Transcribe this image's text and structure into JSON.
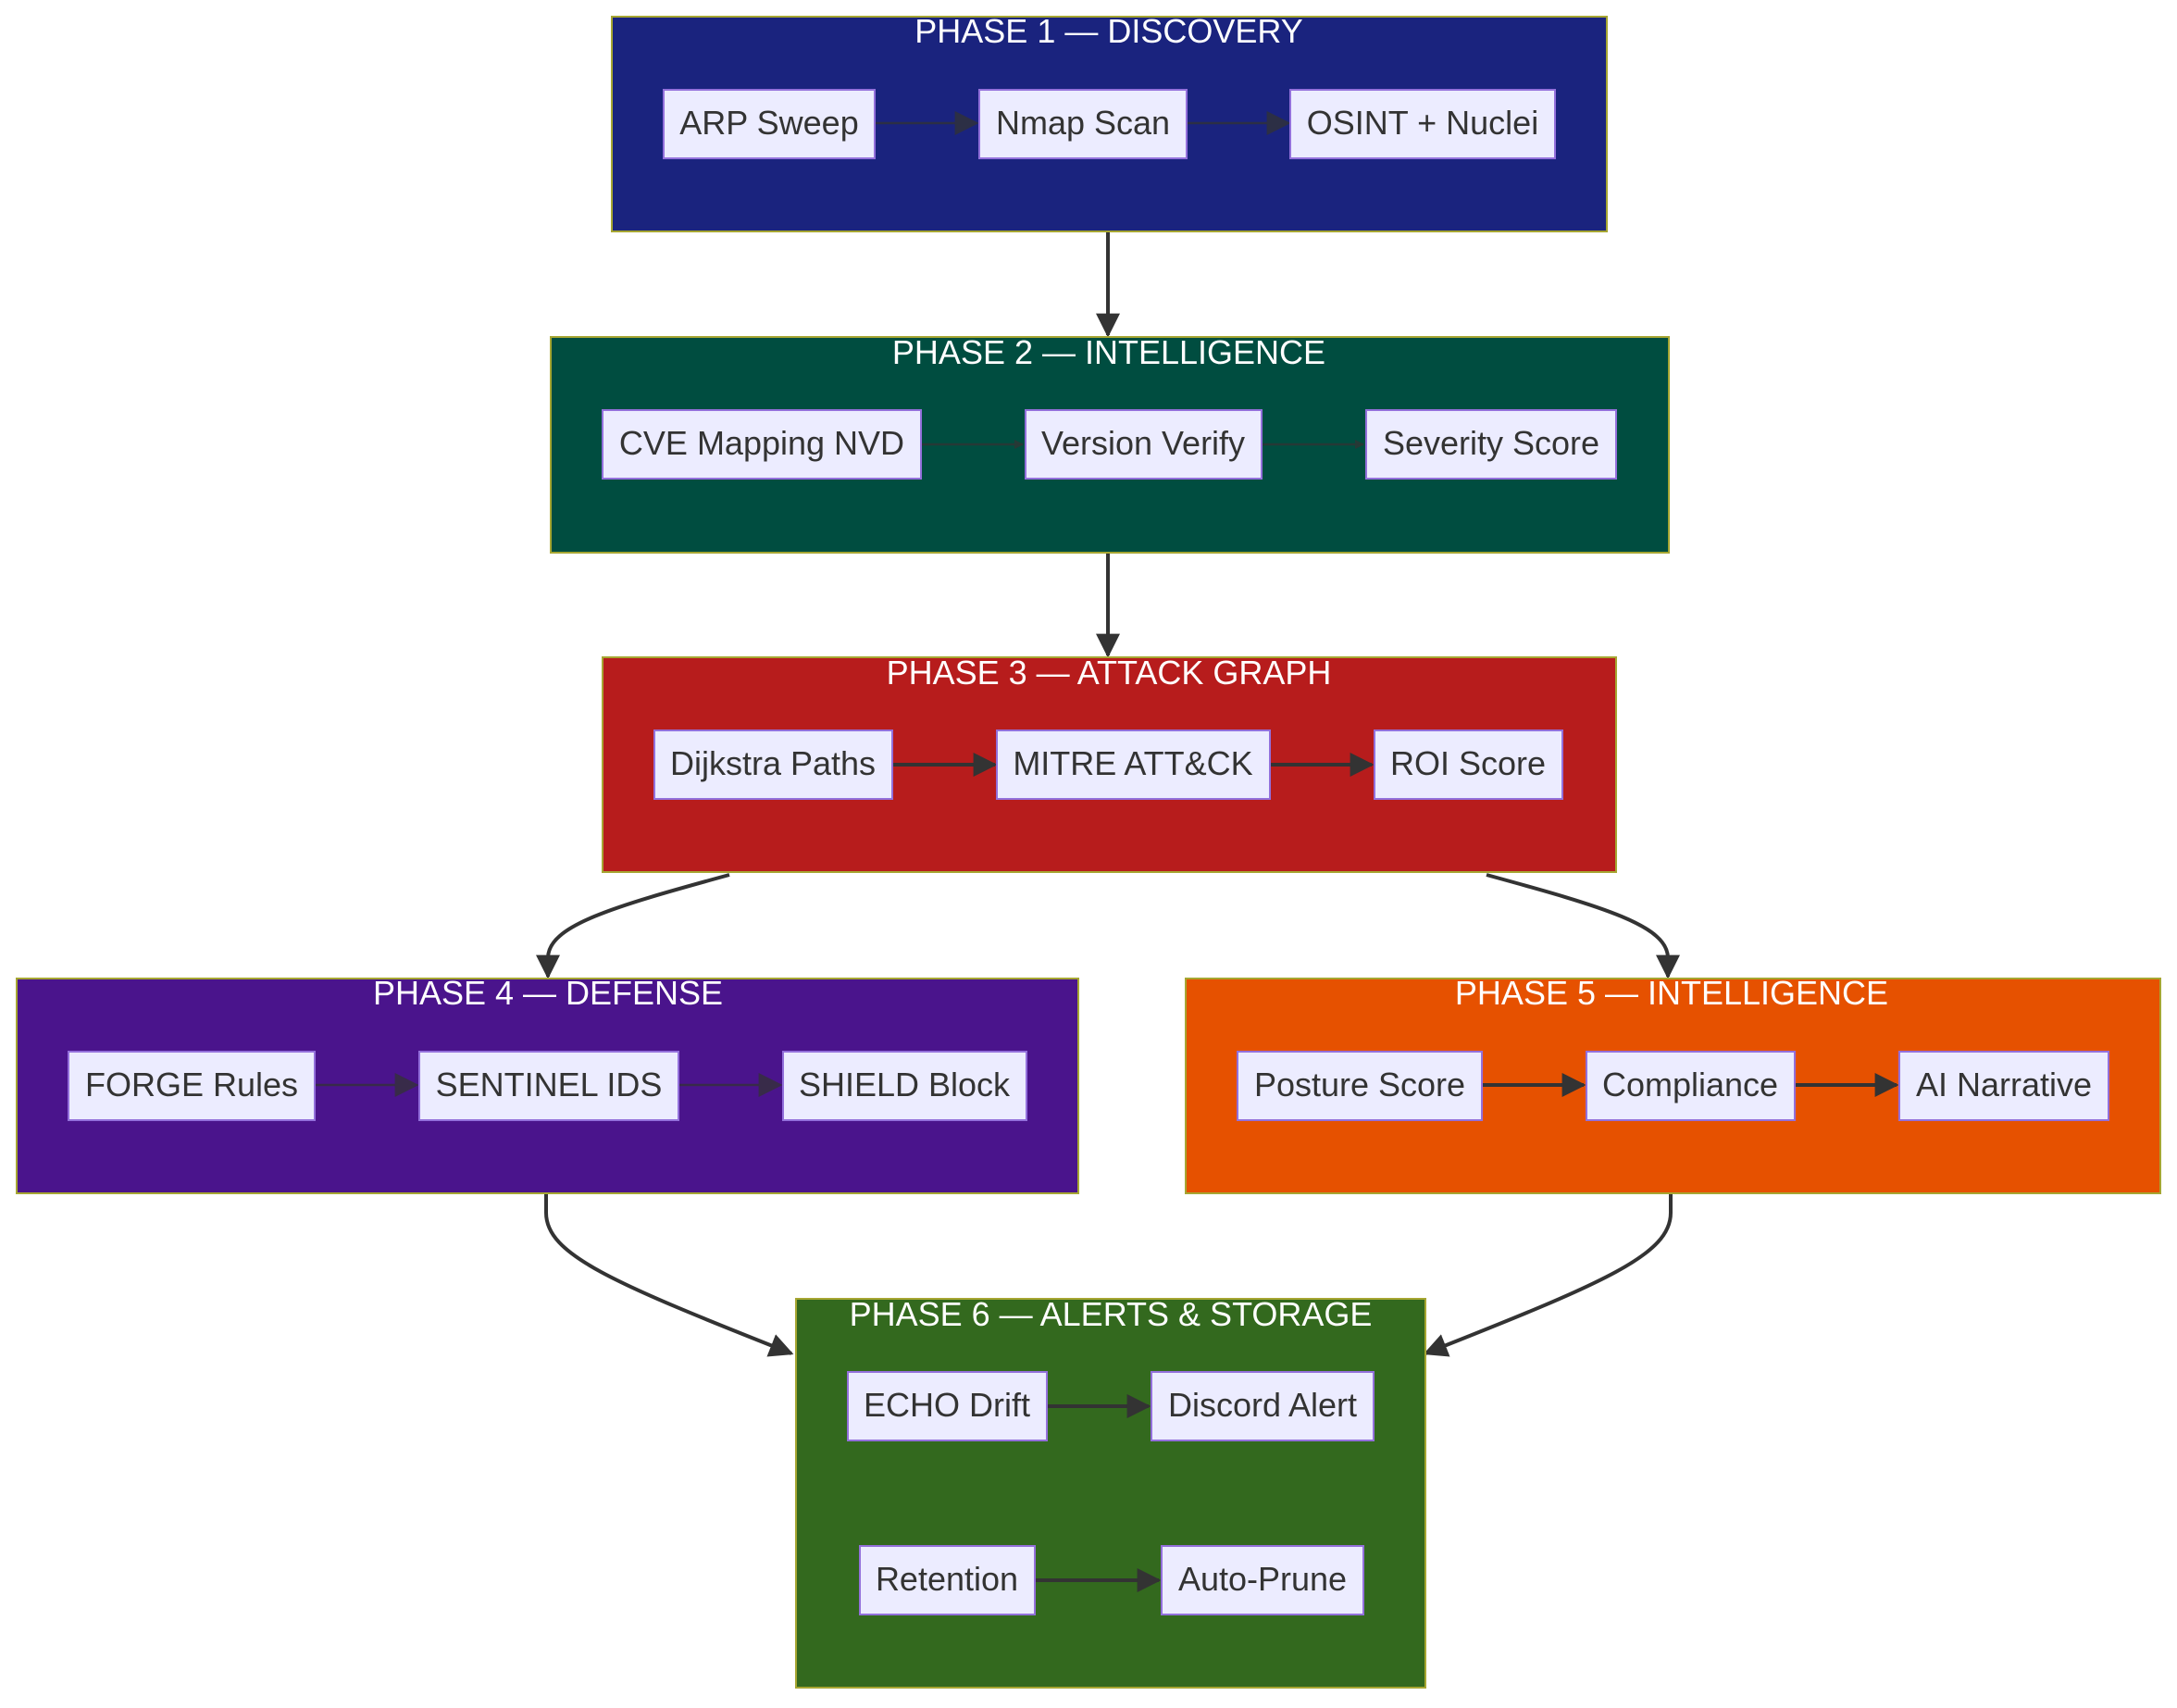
{
  "colors": {
    "phase1": "#1a237e",
    "phase2": "#004d40",
    "phase3": "#b71c1c",
    "phase4": "#4a148c",
    "phase5": "#e65100",
    "phase6": "#33691e",
    "node_fill": "#ececff",
    "node_stroke": "#9370db",
    "edge": "#333333",
    "title_text": "#ffffff"
  },
  "phases": [
    {
      "id": "p1",
      "title": "PHASE 1 — DISCOVERY",
      "nodes": [
        "ARP Sweep",
        "Nmap Scan",
        "OSINT + Nuclei"
      ]
    },
    {
      "id": "p2",
      "title": "PHASE 2 — INTELLIGENCE",
      "nodes": [
        "CVE Mapping NVD",
        "Version Verify",
        "Severity Score"
      ]
    },
    {
      "id": "p3",
      "title": "PHASE 3 — ATTACK GRAPH",
      "nodes": [
        "Dijkstra Paths",
        "MITRE ATT&CK",
        "ROI Score"
      ]
    },
    {
      "id": "p4",
      "title": "PHASE 4 — DEFENSE",
      "nodes": [
        "FORGE Rules",
        "SENTINEL IDS",
        "SHIELD Block"
      ]
    },
    {
      "id": "p5",
      "title": "PHASE 5 — INTELLIGENCE",
      "nodes": [
        "Posture Score",
        "Compliance",
        "AI Narrative"
      ]
    },
    {
      "id": "p6",
      "title": "PHASE 6 — ALERTS & STORAGE",
      "nodes": [
        "ECHO Drift",
        "Discord Alert",
        "Retention",
        "Auto-Prune"
      ]
    }
  ]
}
